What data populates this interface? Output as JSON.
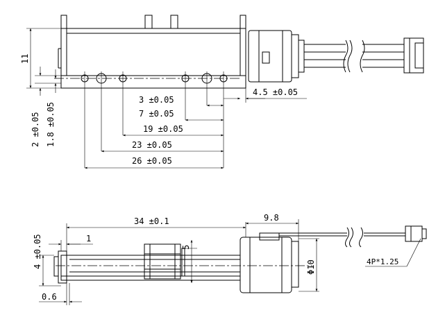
{
  "top_view": {
    "dims": {
      "height_11": "11",
      "d_2": "2 ±0.05",
      "d_1_8": "1.8 ±0.05",
      "d_3": "3 ±0.05",
      "d_7": "7 ±0.05",
      "d_19": "19 ±0.05",
      "d_23": "23 ±0.05",
      "d_26": "26 ±0.05",
      "d_4_5": "4.5 ±0.05"
    }
  },
  "side_view": {
    "dims": {
      "d_34": "34 ±0.1",
      "d_9_8": "9.8",
      "d_1": "1",
      "d_5": "5",
      "d_4": "4 ±0.05",
      "d_0_6": "0.6",
      "d_phi10": "Φ10",
      "connector": "4P*1.25"
    }
  }
}
